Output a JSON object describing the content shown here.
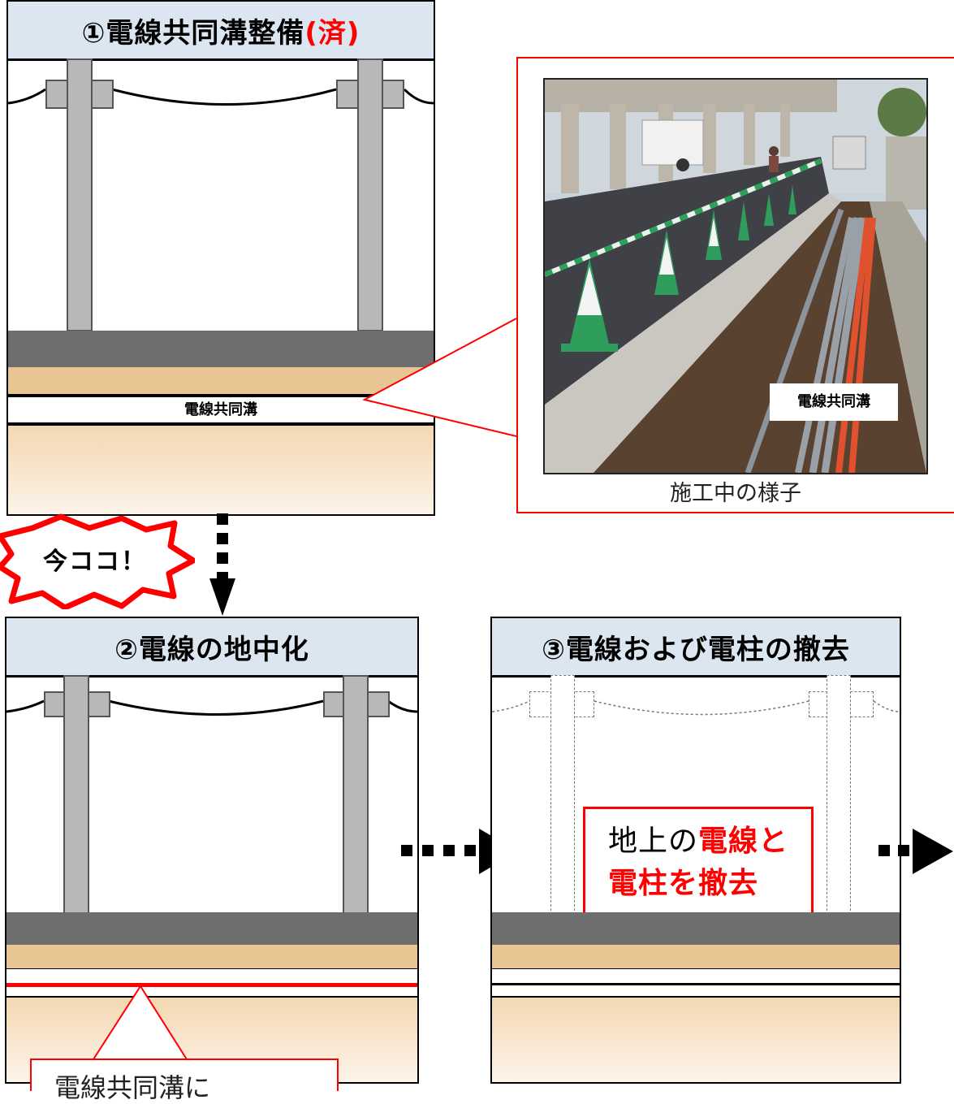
{
  "panel1": {
    "title_prefix": "①電線共同溝整備",
    "title_done": "(済)",
    "trench_label": "電線共同溝"
  },
  "photo": {
    "overlay_label": "電線共同溝",
    "caption": "施工中の様子"
  },
  "badge": {
    "text": "今ココ！"
  },
  "panel2": {
    "title": "②電線の地中化",
    "callout_text": "電線共同溝に"
  },
  "panel3": {
    "title": "③電線および電柱の撤去",
    "note_line1_normal": "地上の",
    "note_line1_red": "電線と",
    "note_line2_red": "電柱を撤去"
  },
  "colors": {
    "title_bg": "#dce6f1",
    "highlight": "#ff0000",
    "road": "#6e6e6e",
    "soil": "#e8c592",
    "pole": "#b8b8b8"
  }
}
